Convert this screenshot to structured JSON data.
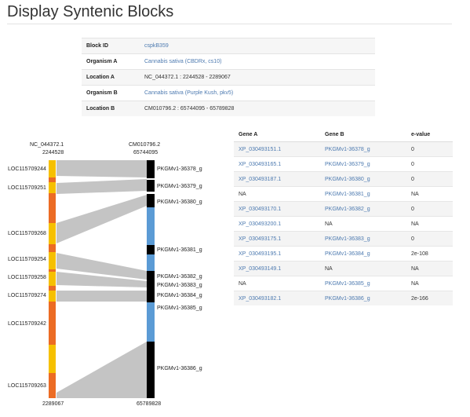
{
  "page": {
    "title": "Display Syntenic Blocks"
  },
  "block_info": [
    {
      "key": "Block ID",
      "value": "cspkB359",
      "link": true
    },
    {
      "key": "Organism A",
      "value": "Cannabis sativa (CBDRx, cs10)",
      "link": true
    },
    {
      "key": "Location A",
      "value": "NC_044372.1 : 2244528 - 2289067",
      "link": false
    },
    {
      "key": "Organism B",
      "value": "Cannabis sativa (Purple Kush, pkv5)",
      "link": true
    },
    {
      "key": "Location B",
      "value": "CM010796.2 : 65744095 - 65789828",
      "link": false
    }
  ],
  "gene_table": {
    "headers": [
      "Gene A",
      "Gene B",
      "e-value"
    ],
    "rows": [
      [
        "XP_030493151.1",
        "PKGMv1-36378_g",
        "0"
      ],
      [
        "XP_030493165.1",
        "PKGMv1-36379_g",
        "0"
      ],
      [
        "XP_030493187.1",
        "PKGMv1-36380_g",
        "0"
      ],
      [
        "NA",
        "PKGMv1-36381_g",
        "NA"
      ],
      [
        "XP_030493170.1",
        "PKGMv1-36382_g",
        "0"
      ],
      [
        "XP_030493200.1",
        "NA",
        "NA"
      ],
      [
        "XP_030493175.1",
        "PKGMv1-36383_g",
        "0"
      ],
      [
        "XP_030493195.1",
        "PKGMv1-36384_g",
        "2e-108"
      ],
      [
        "XP_030493149.1",
        "NA",
        "NA"
      ],
      [
        "NA",
        "PKGMv1-36385_g",
        "NA"
      ],
      [
        "XP_030493182.1",
        "PKGMv1-36386_g",
        "2e-166"
      ]
    ]
  },
  "synteny": {
    "left_label": "NC_044372.1",
    "left_start": "2244528",
    "left_end": "2289067",
    "right_label": "CM010796.2",
    "right_start": "65744095",
    "right_end": "65789828",
    "left_genes": [
      "LOC115709244",
      "LOC115709251",
      "LOC115709268",
      "LOC115709254",
      "LOC115709258",
      "LOC115709274",
      "LOC115709242",
      "LOC115709263"
    ],
    "right_genes": [
      "PKGMv1-36378_g",
      "PKGMv1-36379_g",
      "PKGMv1-36380_g",
      "PKGMv1-36381_g",
      "PKGMv1-36382_g",
      "PKGMv1-36383_g",
      "PKGMv1-36384_g",
      "PKGMv1-36385_g",
      "PKGMv1-36386_g"
    ],
    "colors": {
      "yellow": "#f6c000",
      "orange": "#ec6c24",
      "black": "#000000",
      "blue": "#5b9bd5",
      "link": "#c4c4c4"
    }
  }
}
